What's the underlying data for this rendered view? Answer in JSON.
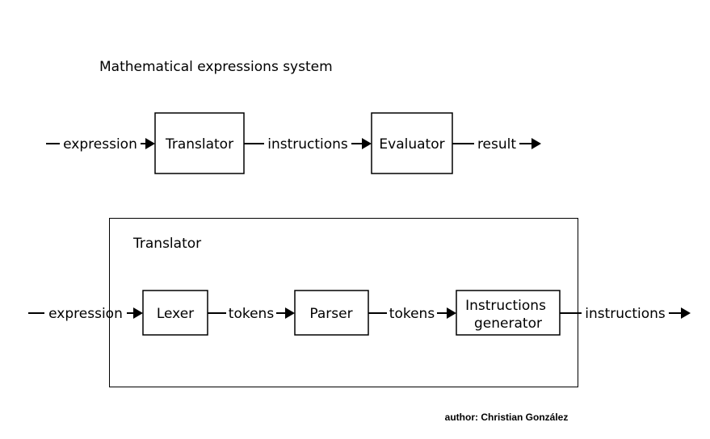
{
  "title": "Mathematical expressions system",
  "top_row": {
    "in_label": "expression",
    "box1": "Translator",
    "mid_label": "instructions",
    "box2": "Evaluator",
    "out_label": "result"
  },
  "translator_detail": {
    "title": "Translator",
    "in_label": "expression",
    "box1": "Lexer",
    "mid1_label": "tokens",
    "box2": "Parser",
    "mid2_label": "tokens",
    "box3_line1": "Instructions",
    "box3_line2": "generator",
    "out_label": "instructions"
  },
  "author": "author: Christian González"
}
